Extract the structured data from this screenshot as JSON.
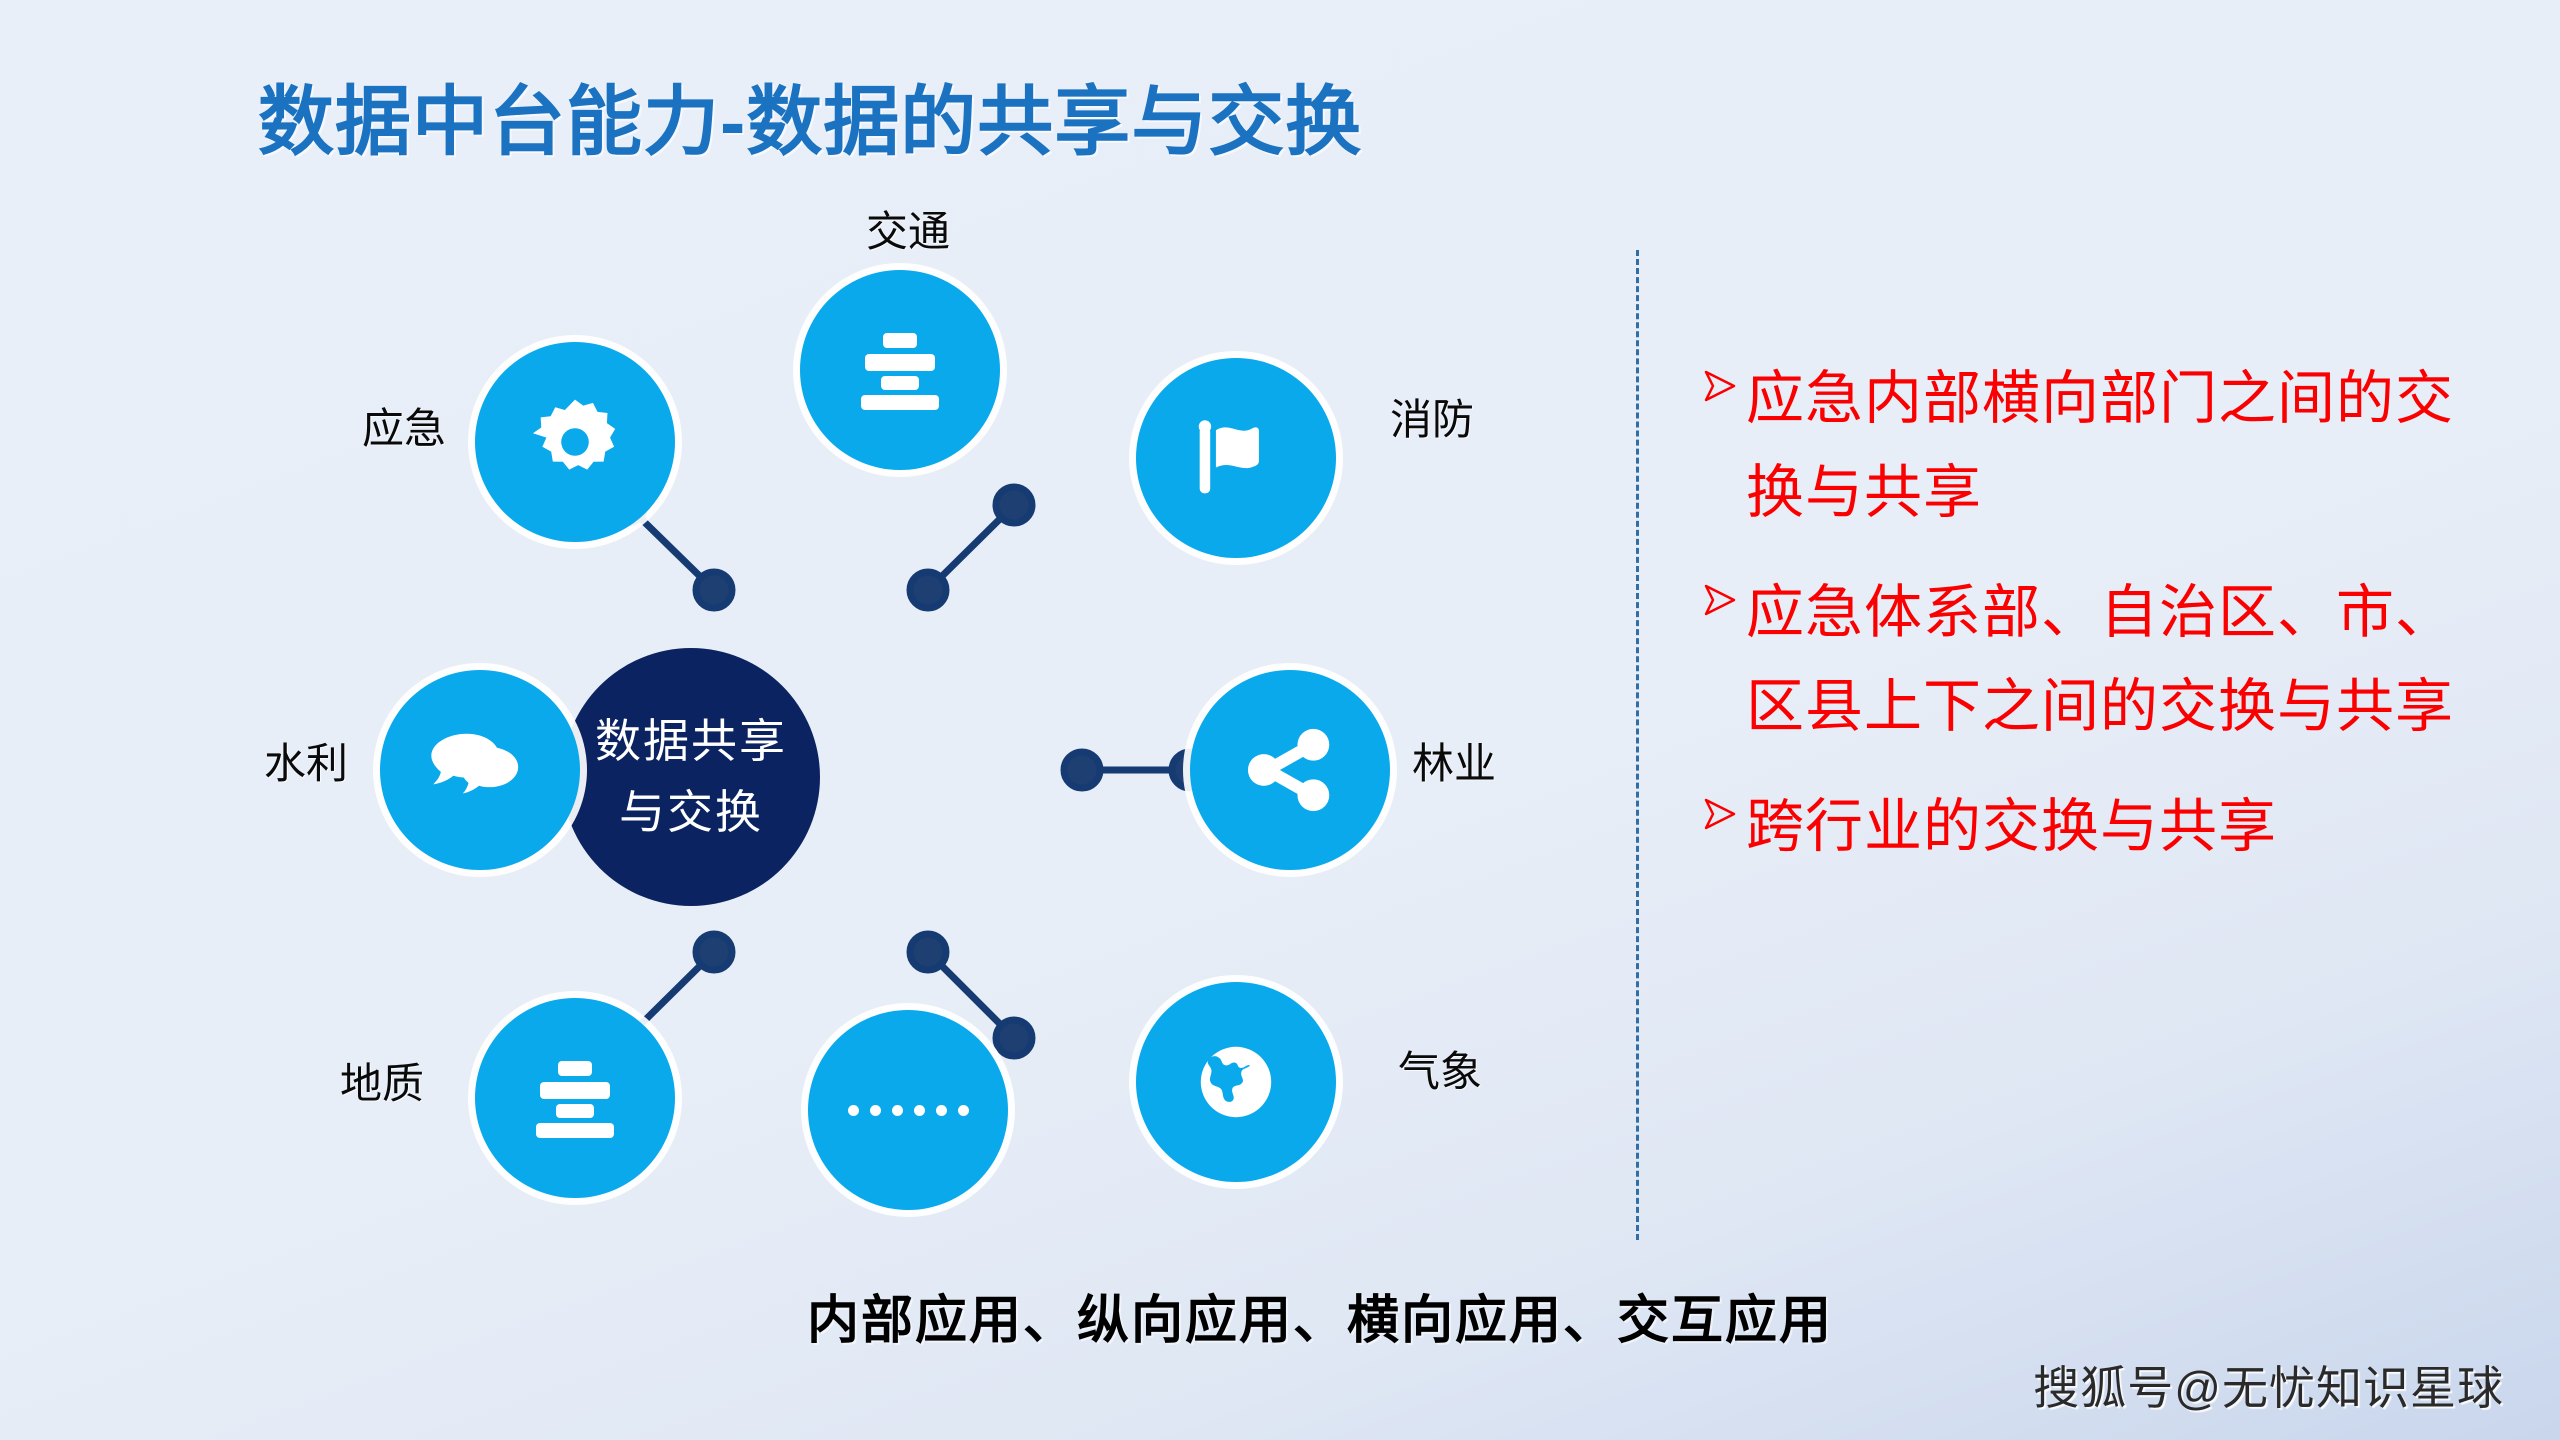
{
  "title": "数据中台能力-数据的共享与交换",
  "colors": {
    "title_blue": "#1a72c0",
    "node_blue": "#0aa9ec",
    "center_navy": "#0c2361",
    "connector_navy": "#163a72",
    "bullet_red": "#fb0000",
    "background": "#e9eff8",
    "divider": "#2f6fa5"
  },
  "center": {
    "line1": "数据共享",
    "line2": "与交换"
  },
  "nodes": [
    {
      "id": "transport",
      "label": "交通",
      "icon": "stacked-bars-icon"
    },
    {
      "id": "emergency",
      "label": "应急",
      "icon": "gear-icon"
    },
    {
      "id": "firefight",
      "label": "消防",
      "icon": "flag-icon"
    },
    {
      "id": "water",
      "label": "水利",
      "icon": "chat-bubbles-icon"
    },
    {
      "id": "forestry",
      "label": "林业",
      "icon": "share-icon"
    },
    {
      "id": "geology",
      "label": "地质",
      "icon": "stacked-bars-icon"
    },
    {
      "id": "more",
      "label": "",
      "icon": "ellipsis-icon"
    },
    {
      "id": "weather",
      "label": "气象",
      "icon": "globe-icon"
    }
  ],
  "bullets": [
    "应急内部横向部门之间的交换与共享",
    "应急体系部、自治区、市、区县上下之间的交换与共享",
    "跨行业的交换与共享"
  ],
  "caption": "内部应用、纵向应用、横向应用、交互应用",
  "watermark": "搜狐号@无忧知识星球"
}
